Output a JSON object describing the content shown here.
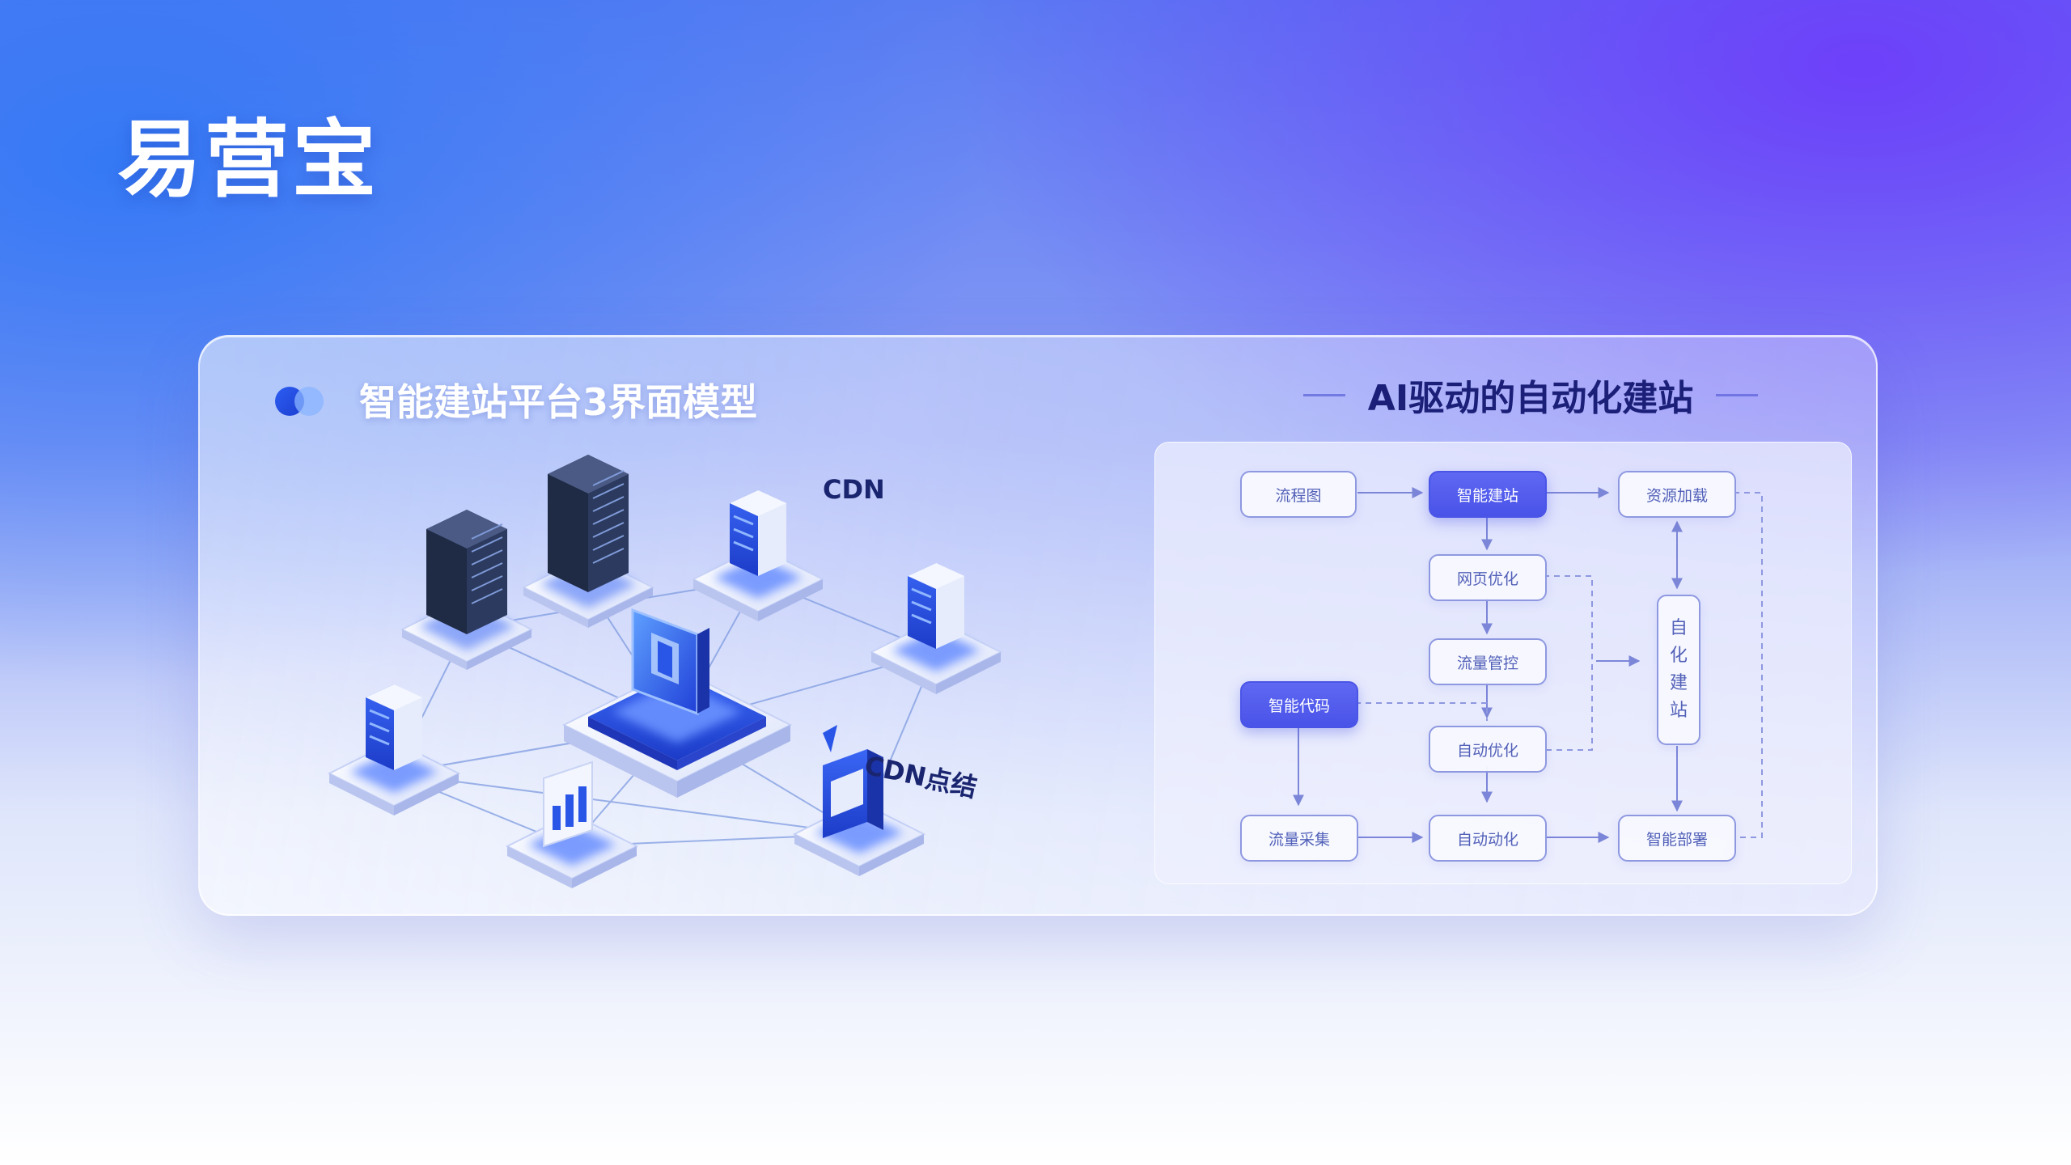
{
  "brand": {
    "title": "易营宝"
  },
  "panel": {
    "title": "智能建站平台3界面模型",
    "network": {
      "label_cdn": "CDN",
      "label_cdn_node": "CDN点结"
    },
    "flow": {
      "heading": "AI驱动的自动化建站",
      "boxes": {
        "b1": "流程图",
        "b2": "智能建站",
        "b3": "资源加载",
        "b4": "网页优化",
        "b5": "流量管控",
        "b6": "智能代码",
        "b7": "自动优化",
        "b8": "流量采集",
        "b9": "自动动化",
        "b10": "智能部署",
        "side": [
          "自",
          "化",
          "建",
          "站"
        ]
      }
    }
  }
}
